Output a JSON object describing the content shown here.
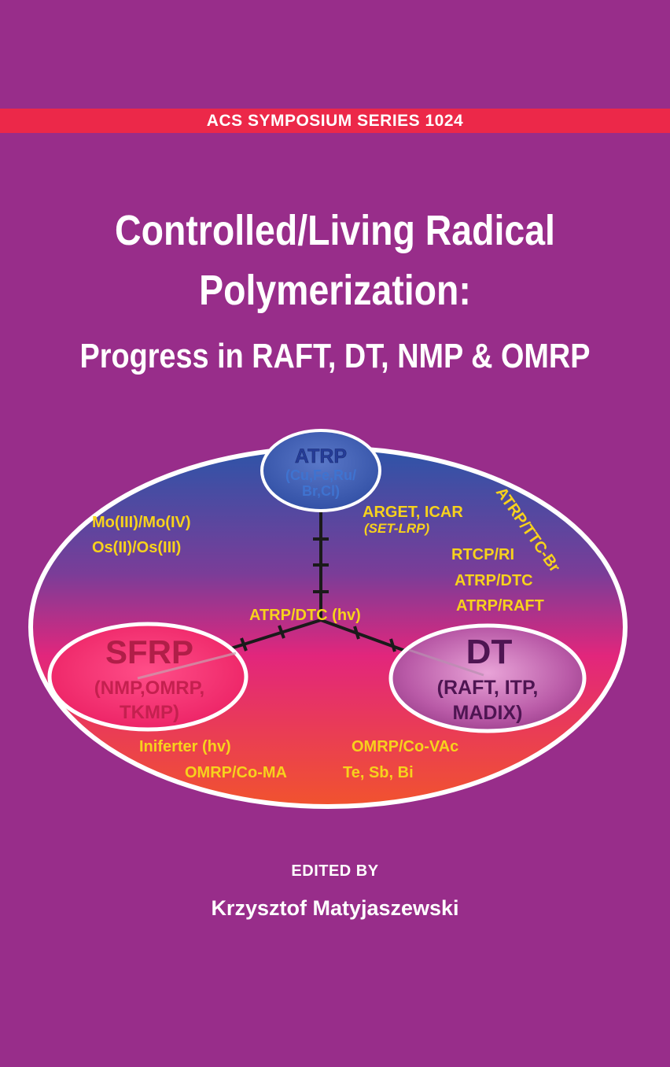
{
  "series_banner": "ACS SYMPOSIUM SERIES 1024",
  "title": {
    "line1": "Controlled/Living Radical",
    "line2": "Polymerization:",
    "subtitle": "Progress in RAFT, DT, NMP & OMRP"
  },
  "diagram": {
    "atrp": {
      "name": "ATRP",
      "detail1": "(Cu,Fe,Ru/",
      "detail2": "Br,Cl)"
    },
    "sfrp": {
      "name": "SFRP",
      "detail1": "(NMP,OMRP,",
      "detail2": "TKMP)"
    },
    "dt": {
      "name": "DT",
      "detail1": "(RAFT, ITP,",
      "detail2": "MADIX)"
    },
    "labels": {
      "mo": "Mo(III)/Mo(IV)",
      "os": "Os(II)/Os(III)",
      "arget": "ARGET, ICAR",
      "setlrp": "(SET-LRP)",
      "rtcp": "RTCP/RI",
      "atrp_dtc": "ATRP/DTC",
      "atrp_raft": "ATRP/RAFT",
      "atrp_ttc": "ATRP/TTC-Br",
      "atrp_dtc_hv": "ATRP/DTC (hv)",
      "iniferter": "Iniferter (hv)",
      "omrp_coma": "OMRP/Co-MA",
      "omrp_covac": "OMRP/Co-VAc",
      "te_sb_bi": "Te, Sb, Bi"
    },
    "colors": {
      "yellow": "#f7d21c",
      "atrp_blue": "#253c97",
      "sfrp_red": "#b01e48",
      "dt_purple": "#4e1552"
    }
  },
  "editor": {
    "label": "EDITED BY",
    "name": "Krzysztof Matyjaszewski"
  }
}
